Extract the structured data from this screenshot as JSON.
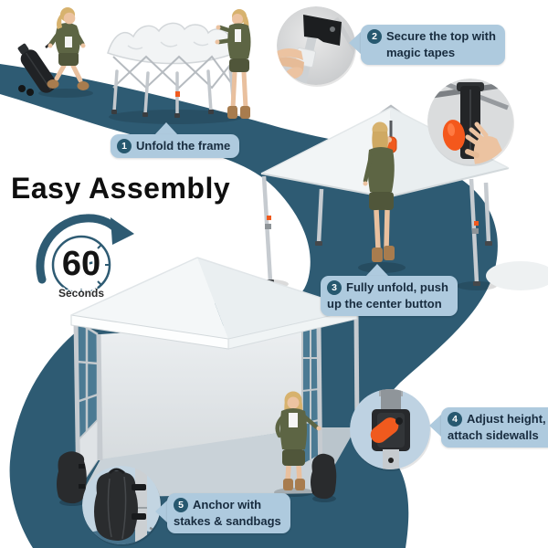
{
  "title": {
    "text": "Easy Assembly"
  },
  "timer": {
    "value": "60",
    "unit": "Seconds"
  },
  "steps": [
    {
      "num": "1",
      "lines": [
        "Unfold the frame",
        ""
      ]
    },
    {
      "num": "2",
      "lines": [
        "Secure the top with",
        "magic tapes"
      ]
    },
    {
      "num": "3",
      "lines": [
        "Fully unfold, push",
        "up the center button"
      ]
    },
    {
      "num": "4",
      "lines": [
        "Adjust height,",
        "attach sidewalls"
      ]
    },
    {
      "num": "5",
      "lines": [
        "Anchor with",
        "stakes & sandbags"
      ]
    }
  ],
  "colors": {
    "path_teal": "#2E5B73",
    "pill_bg": "#AECADE",
    "pill_text": "#182C3F",
    "badge_bg": "#27586F",
    "accent_orange": "#F05A1E",
    "canopy_white": "#F3F6F7",
    "frame_silver": "#C6CBD0",
    "inset_blue_bg": "#BED2E2"
  },
  "icons": {
    "timer": "clock-60-seconds-circular-arrow",
    "pointer": "triangle-callout-pointer"
  }
}
